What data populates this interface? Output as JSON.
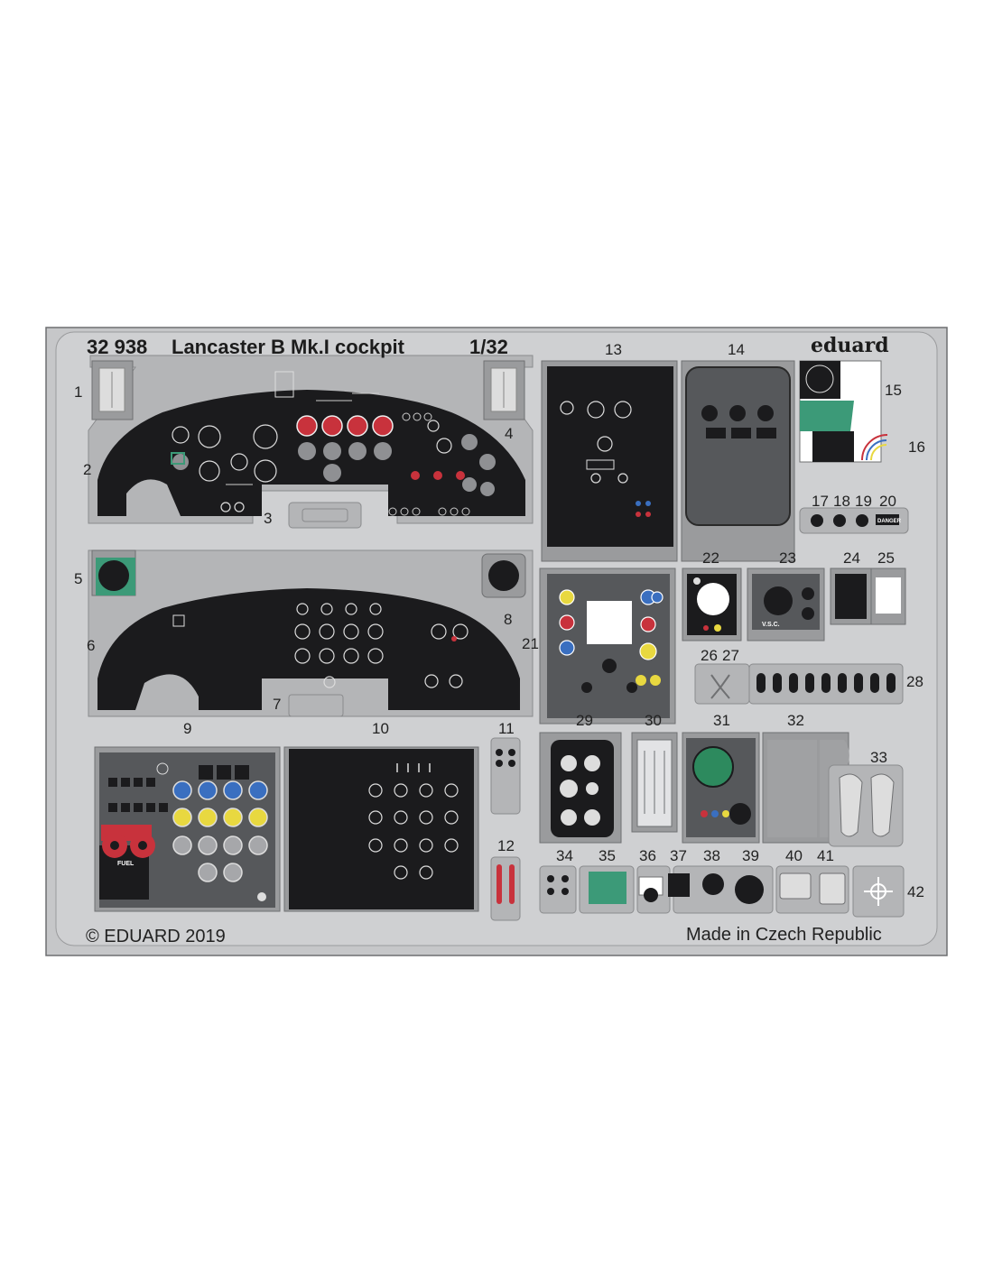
{
  "sheet": {
    "catalog_number": "32 938",
    "title": "Lancaster B Mk.I cockpit",
    "scale": "1/32",
    "brand": "eduard",
    "copyright": "© EDUARD 2019",
    "origin": "Made in Czech Republic",
    "fuel_label": "FUEL",
    "vsc_label": "V.S.C.",
    "danger_label": "DANGER"
  },
  "part_numbers": [
    "1",
    "2",
    "3",
    "4",
    "5",
    "6",
    "7",
    "8",
    "9",
    "10",
    "11",
    "12",
    "13",
    "14",
    "15",
    "16",
    "17",
    "18",
    "19",
    "20",
    "21",
    "22",
    "23",
    "24",
    "25",
    "26",
    "27",
    "28",
    "29",
    "30",
    "31",
    "32",
    "33",
    "34",
    "35",
    "36",
    "37",
    "38",
    "39",
    "40",
    "41",
    "42"
  ],
  "colors": {
    "fret": "#c8c8ca",
    "panel_dark": "#1b1b1d",
    "panel_grey": "#55575a",
    "instrument_red": "#c8323c",
    "instrument_yellow": "#e8d840",
    "instrument_blue": "#3a6fc0",
    "instrument_green": "#3c9a78",
    "crt_green": "#2d8a5e"
  }
}
